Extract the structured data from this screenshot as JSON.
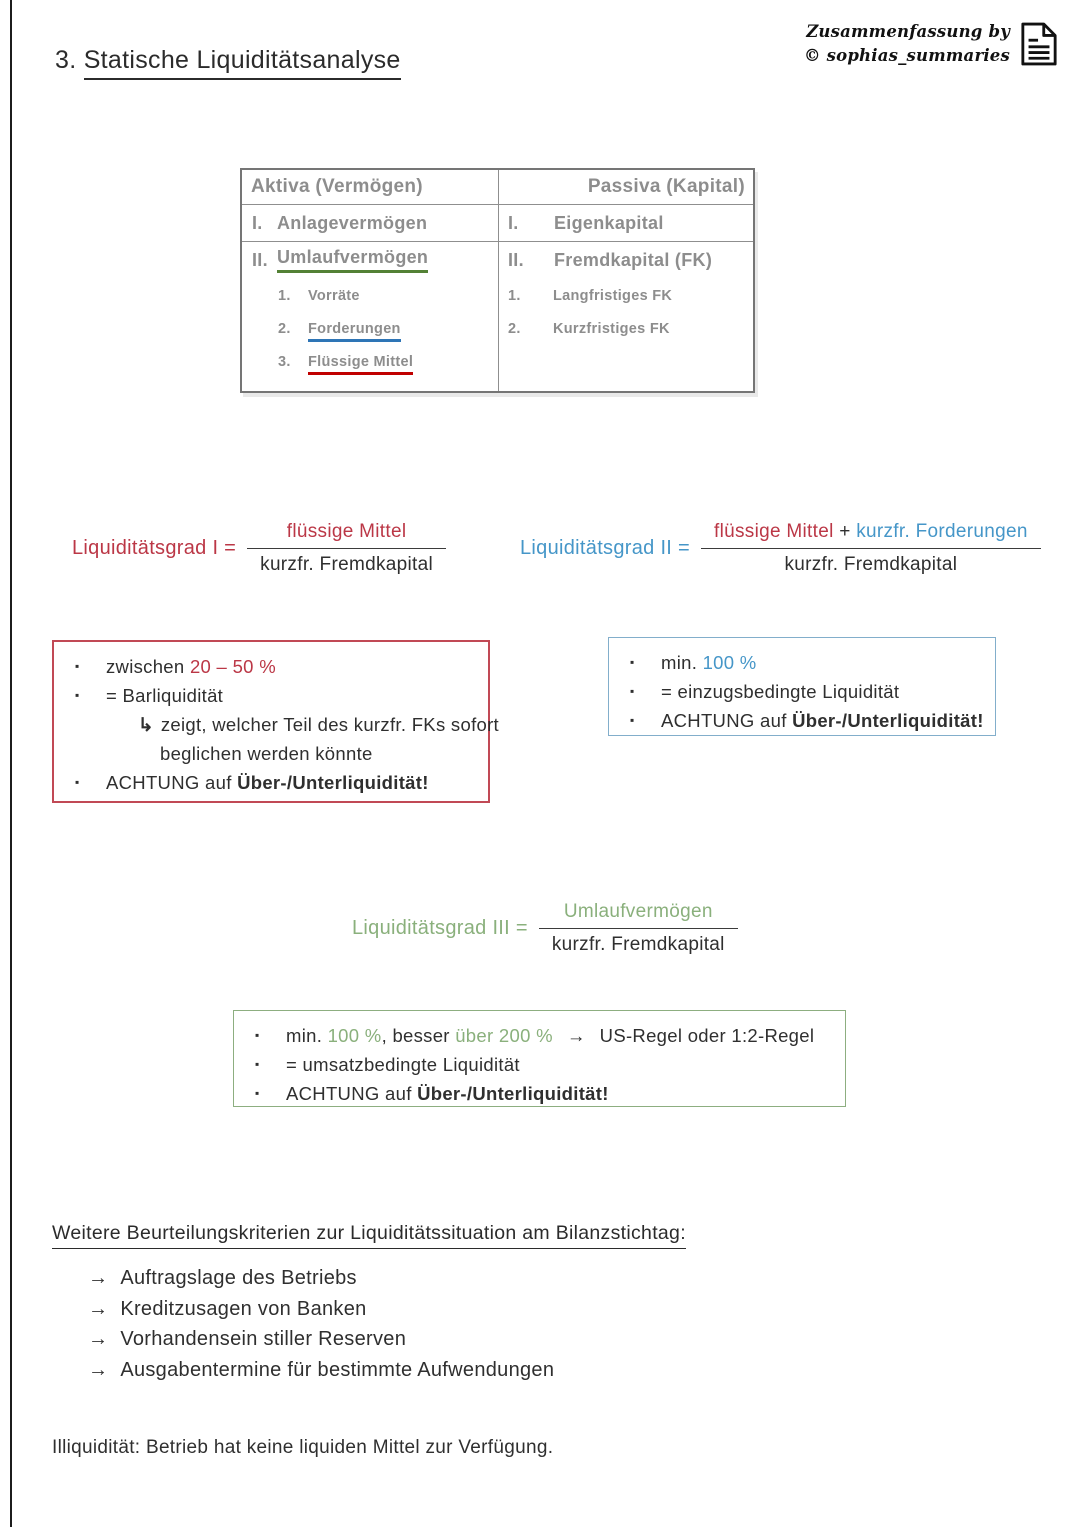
{
  "ui": {
    "bullet": "▪",
    "arrow": "→",
    "hook_arrow": "↳"
  },
  "colors": {
    "red": "#bb3746",
    "blue": "#4596c8",
    "green": "#8ab07c",
    "ink": "#2f2f2f",
    "table-gray": "#8d8d8d",
    "ul-green": "#538135",
    "ul-blue": "#2e75b6",
    "ul-red": "#c00000",
    "border-red": "#c14955",
    "border-blue": "#82aecb",
    "border-green": "#8dae80"
  },
  "page": {
    "title_prefix": "3. ",
    "title": "Statische Liquiditätsanalyse",
    "credit_line1": "Zusammenfassung by",
    "credit_line2": "© sophias_summaries"
  },
  "balance_table": {
    "header_left": "Aktiva (Vermögen)",
    "header_right": "Passiva (Kapital)",
    "left_rows": [
      {
        "num": "I.",
        "label": "Anlagevermögen"
      },
      {
        "num": "II.",
        "label": "Umlaufvermögen"
      }
    ],
    "left_subitems": [
      {
        "num": "1.",
        "label": "Vorräte"
      },
      {
        "num": "2.",
        "label": "Forderungen"
      },
      {
        "num": "3.",
        "label": "Flüssige Mittel"
      }
    ],
    "right_rows": [
      {
        "num": "I.",
        "label": "Eigenkapital"
      },
      {
        "num": "II.",
        "label": "Fremdkapital (FK)"
      }
    ],
    "right_subitems": [
      {
        "num": "1.",
        "label": "Langfristiges FK"
      },
      {
        "num": "2.",
        "label": "Kurzfristiges FK"
      }
    ]
  },
  "formulas": {
    "liq1": {
      "label": "Liquiditätsgrad I =",
      "numerator": "flüssige Mittel",
      "denominator": "kurzfr. Fremdkapital"
    },
    "liq2": {
      "label": "Liquiditätsgrad II =",
      "num_red": "flüssige Mittel",
      "num_plus": "+",
      "num_blue": "kurzfr. Forderungen",
      "denominator": "kurzfr. Fremdkapital"
    },
    "liq3": {
      "label": "Liquiditätsgrad III =",
      "numerator": "Umlaufvermögen",
      "denominator": "kurzfr. Fremdkapital"
    }
  },
  "box_red": {
    "b1_pre": "zwischen ",
    "b1_val": "20 – 50 %",
    "b2": "= Barliquidität",
    "b2_sub_line1": "zeigt, welcher Teil des kurzfr. FKs sofort",
    "b2_sub_line2": "beglichen werden könnte",
    "b3_pre": "ACHTUNG auf ",
    "b3_bold": "Über-/Unterliquidität!"
  },
  "box_blue": {
    "b1_pre": "min. ",
    "b1_val": "100 %",
    "b2": "= einzugsbedingte Liquidität",
    "b3_pre": "ACHTUNG auf ",
    "b3_bold": "Über-/Unterliquidität!"
  },
  "box_green": {
    "b1_pre": "min. ",
    "b1_val1": "100 %",
    "b1_mid": ", besser ",
    "b1_val2": "über 200 %",
    "b1_rest": "US-Regel oder 1:2-Regel",
    "b2": "= umsatzbedingte Liquidität",
    "b3_pre": "ACHTUNG auf ",
    "b3_bold": "Über-/Unterliquidität!"
  },
  "criteria": {
    "heading": "Weitere Beurteilungskriterien zur Liquiditätssituation am Bilanzstichtag:",
    "items": [
      "Auftragslage des Betriebs",
      "Kreditzusagen von Banken",
      "Vorhandensein stiller Reserven",
      "Ausgabentermine für bestimmte Aufwendungen"
    ]
  },
  "footer": "Illiquidität: Betrieb hat keine liquiden Mittel zur Verfügung."
}
